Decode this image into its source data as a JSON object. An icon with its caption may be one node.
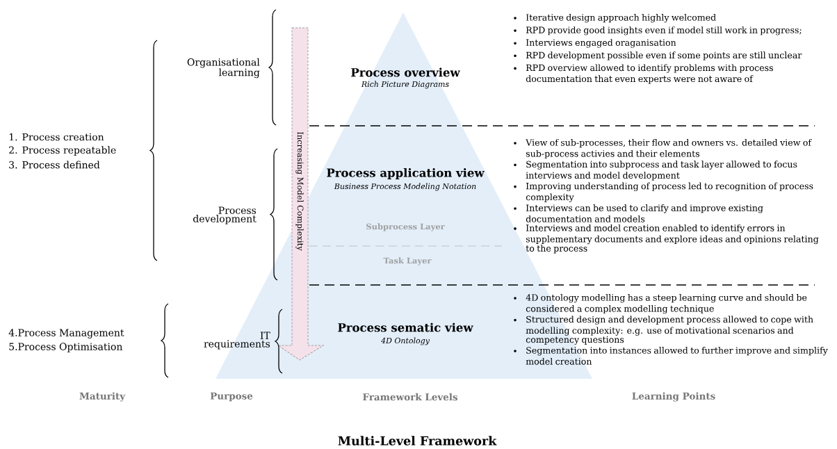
{
  "diagram": {
    "caption": "Multi-Level Framework",
    "nodes": [
      {
        "text": [
          "Process overview",
          "Rich Picture Diagrams",
          "Process application view",
          "Business Process Modeling Notation",
          "Subprocess Layer",
          "Task Layer",
          "Process sematic view",
          "4D Ontology"
        ]
      },
      {
        "text": [
          "Increasing Model Complexity"
        ]
      }
    ],
    "labels": [
      "1. Process creation",
      "2. Process repeatable",
      "3. Process defined",
      "4.Process Management",
      "5.Process Optimisation",
      "Organisational learning",
      "Process development",
      "IT requirements",
      "Iterative design approach highly welcomed",
      "RPD provide good insights even if model still work in progress;",
      "Interviews engaged oraganisation",
      "RPD development possible even if some points are still unclear",
      "RPD overview allowed to identify problems with process documentation that even experts were not aware of",
      "View of sub-processes, their flow and owners vs. detailed view of sub-process activies and their elements",
      "Segmentation into subprocess and task layer allowed to focus interviews and model development",
      "Improving understanding of process led to recognition of process complexity",
      "Interviews can be used to clarify and improve existing documentation and models",
      "Interviews and model creation enabled to identify errors in supplementary documents and explore ideas and opinions relating to the process",
      "4D ontology modelling has a steep learning curve and should be considered a complex modelling technique",
      "Structured design and development process allowed to cope with modelling complexity: e.g. use of motivational scenarios and competency questions",
      "Segmentation into instances allowed to further improve and simplify model creation",
      "Maturity",
      "Purpose",
      "Framework Levels",
      "Learning Points"
    ]
  }
}
